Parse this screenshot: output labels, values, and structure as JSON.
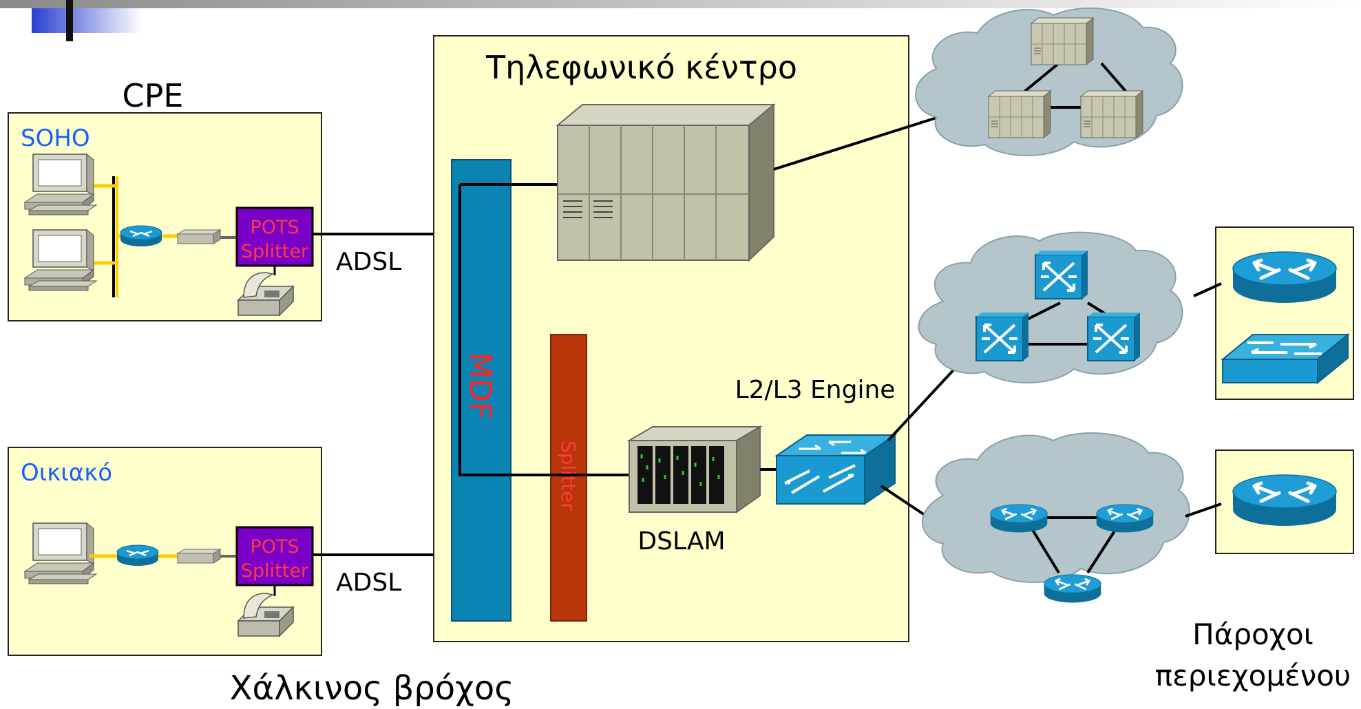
{
  "labels": {
    "cpe": "CPE",
    "soho": "SOHO",
    "oikiako": "Οικιακό",
    "pots": "POTS",
    "splitter": "Splitter",
    "adsl": "ADSL",
    "central_office": "Τηλεφωνικό κέντρο",
    "mdf": "MDF",
    "splitter_vertical": "Splitter",
    "dslam": "DSLAM",
    "engine": "L2/L3 Engine",
    "copper_loop": "Χάλκινος βρόχος",
    "providers_line1": "Πάροχοι",
    "providers_line2": "περιεχομένου"
  },
  "colors": {
    "box_fill": "#ffffcc",
    "mdf": "#0b84b4",
    "splitter_bar": "#b8360a",
    "pots_fill": "#7a00c8",
    "pots_text": "#ff3b3b",
    "mdf_text": "#ff2020",
    "blue_text": "#1560ff",
    "cloud": "#b4c6cc",
    "cisco_blue": "#1a8bc2",
    "switch_beige": "#c8c8b0",
    "bus_yellow": "#ffcc00"
  },
  "icons": [
    "pc-icon",
    "router-icon",
    "modem-icon",
    "phone-icon",
    "telephone-switch-icon",
    "dslam-icon",
    "l3-switch-icon",
    "atm-switch-icon",
    "router-icon",
    "workgroup-switch-icon",
    "cloud-icon"
  ]
}
